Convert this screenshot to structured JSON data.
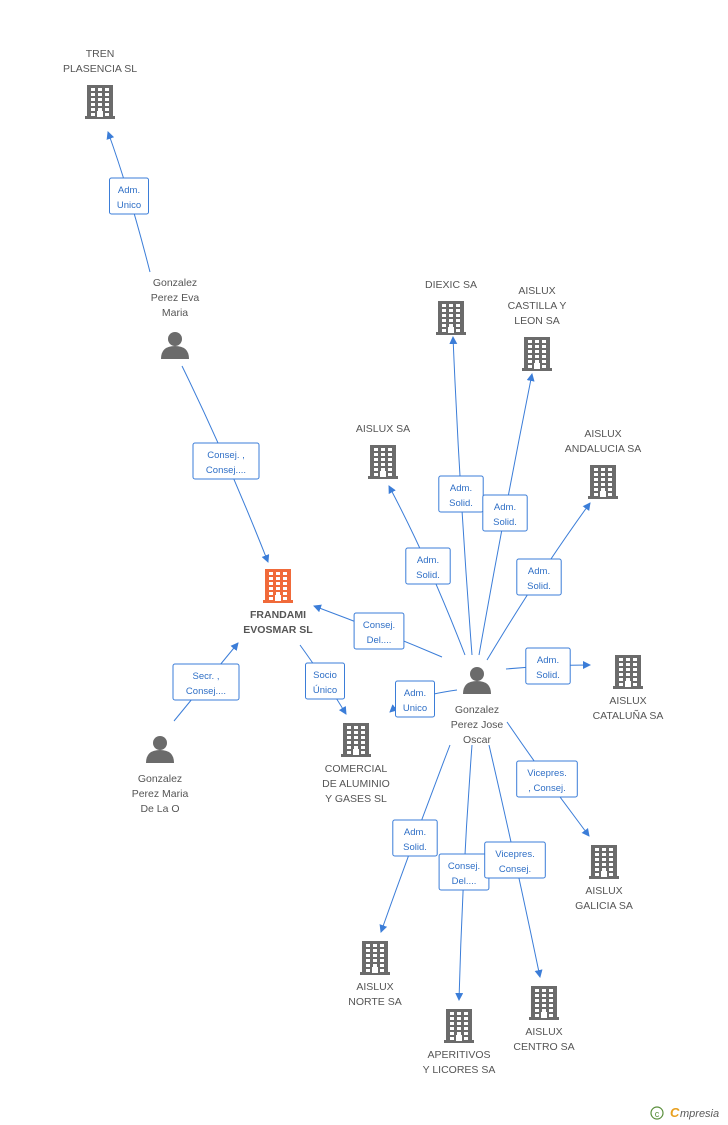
{
  "colors": {
    "edge": "#3b7dd8",
    "building": "#6b6b6b",
    "focus_building": "#f06a3a",
    "person": "#6b6b6b",
    "label": "#555555",
    "brand": "#e8a020"
  },
  "focus": {
    "id": "frandami",
    "label": [
      "FRANDAMI",
      "EVOSMAR SL"
    ]
  },
  "nodes": [
    {
      "id": "tren",
      "type": "company",
      "label": [
        "TREN",
        "PLASENCIA SL"
      ]
    },
    {
      "id": "eva",
      "type": "person",
      "label": [
        "Gonzalez",
        "Perez Eva",
        "Maria"
      ]
    },
    {
      "id": "diexic",
      "type": "company",
      "label": [
        "DIEXIC SA"
      ]
    },
    {
      "id": "castilla",
      "type": "company",
      "label": [
        "AISLUX",
        "CASTILLA Y",
        "LEON SA"
      ]
    },
    {
      "id": "aislux",
      "type": "company",
      "label": [
        "AISLUX SA"
      ]
    },
    {
      "id": "andalucia",
      "type": "company",
      "label": [
        "AISLUX",
        "ANDALUCIA SA"
      ]
    },
    {
      "id": "frandami",
      "type": "focus",
      "label": [
        "FRANDAMI",
        "EVOSMAR SL"
      ]
    },
    {
      "id": "oscar",
      "type": "person",
      "label": [
        "Gonzalez",
        "Perez Jose",
        "Oscar"
      ]
    },
    {
      "id": "cataluna",
      "type": "company",
      "label": [
        "AISLUX",
        "CATALUÑA SA"
      ]
    },
    {
      "id": "maria",
      "type": "person",
      "label": [
        "Gonzalez",
        "Perez Maria",
        "De La O"
      ]
    },
    {
      "id": "comercial",
      "type": "company",
      "label": [
        "COMERCIAL",
        "DE ALUMINIO",
        "Y GASES  SL"
      ]
    },
    {
      "id": "galicia",
      "type": "company",
      "label": [
        "AISLUX",
        "GALICIA SA"
      ]
    },
    {
      "id": "norte",
      "type": "company",
      "label": [
        "AISLUX",
        "NORTE SA"
      ]
    },
    {
      "id": "aperitivos",
      "type": "company",
      "label": [
        "APERITIVOS",
        "Y LICORES SA"
      ]
    },
    {
      "id": "centro",
      "type": "company",
      "label": [
        "AISLUX",
        "CENTRO SA"
      ]
    }
  ],
  "edges": [
    {
      "from": "eva",
      "to": "tren",
      "label": [
        "Adm.",
        "Unico"
      ]
    },
    {
      "from": "eva",
      "to": "frandami",
      "label": [
        "Consej. ,",
        "Consej...."
      ]
    },
    {
      "from": "oscar",
      "to": "frandami",
      "label": [
        "Consej.",
        "Del...."
      ]
    },
    {
      "from": "maria",
      "to": "frandami",
      "label": [
        "Secr. ,",
        "Consej...."
      ]
    },
    {
      "from": "frandami",
      "to": "comercial",
      "label": [
        "Socio",
        "Único"
      ]
    },
    {
      "from": "oscar",
      "to": "comercial",
      "label": [
        "Adm.",
        "Unico"
      ]
    },
    {
      "from": "oscar",
      "to": "aislux",
      "label": [
        "Adm.",
        "Solid."
      ]
    },
    {
      "from": "oscar",
      "to": "diexic",
      "label": [
        "Adm.",
        "Solid."
      ]
    },
    {
      "from": "oscar",
      "to": "castilla",
      "label": [
        "Adm.",
        "Solid."
      ]
    },
    {
      "from": "oscar",
      "to": "andalucia",
      "label": [
        "Adm.",
        "Solid."
      ]
    },
    {
      "from": "oscar",
      "to": "cataluna",
      "label": [
        "Adm.",
        "Solid."
      ]
    },
    {
      "from": "oscar",
      "to": "galicia",
      "label": [
        "Vicepres.",
        ", Consej."
      ]
    },
    {
      "from": "oscar",
      "to": "norte",
      "label": [
        "Adm.",
        "Solid."
      ]
    },
    {
      "from": "oscar",
      "to": "aperitivos",
      "label": [
        "Consej.",
        "Del...."
      ]
    },
    {
      "from": "oscar",
      "to": "centro",
      "label": [
        "Vicepres.",
        "Consej."
      ]
    }
  ],
  "branding": {
    "copyright": "©",
    "initial": "C",
    "rest": "mpresia"
  }
}
